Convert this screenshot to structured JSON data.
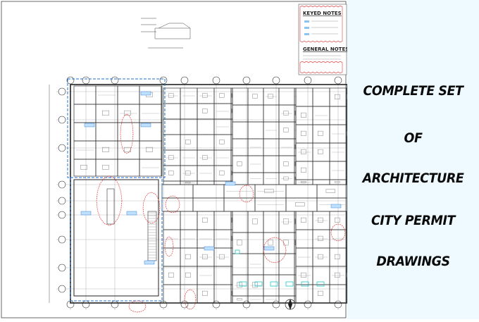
{
  "headline": {
    "lines": [
      "COMPLETE SET",
      "OF",
      "ARCHITECTURE",
      "CITY PERMIT",
      "DRAWINGS"
    ],
    "color": "#0a0a0a",
    "background": "#eefaff"
  },
  "drawing": {
    "keyed_notes_title": "KEYED NOTES",
    "general_notes_title": "GENERAL NOTES",
    "line_color": "#333333",
    "boundary_color": "#1f6fd6",
    "revision_cloud_color": "#e23b3b",
    "highlight_color": "#22c7c7"
  }
}
